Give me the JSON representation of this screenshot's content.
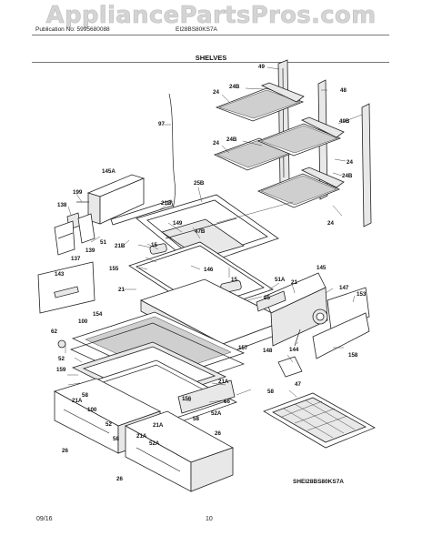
{
  "watermark": "AppliancePartsPros.com",
  "header": {
    "publication": "Publication No: 5995680088",
    "model": "EI28BS80KS7A"
  },
  "title": "SHELVES",
  "diagram_id": "SHEI28BS80KS7A",
  "footer": {
    "date": "09/16",
    "page": "10"
  },
  "callouts": [
    "49",
    "48",
    "24B",
    "24",
    "97",
    "49B",
    "24B",
    "24",
    "24",
    "24B",
    "24",
    "145A",
    "199",
    "25B",
    "21B",
    "138",
    "149",
    "47B",
    "15",
    "51",
    "21B",
    "139",
    "137",
    "155",
    "146",
    "15",
    "143",
    "21",
    "51A",
    "21",
    "145",
    "147",
    "153",
    "25",
    "154",
    "100",
    "62",
    "157",
    "52",
    "159",
    "148",
    "144",
    "158",
    "47",
    "21A",
    "58",
    "21A",
    "100",
    "156",
    "66",
    "58",
    "58",
    "21A",
    "52A",
    "52",
    "58",
    "21A",
    "52A",
    "26",
    "26"
  ]
}
